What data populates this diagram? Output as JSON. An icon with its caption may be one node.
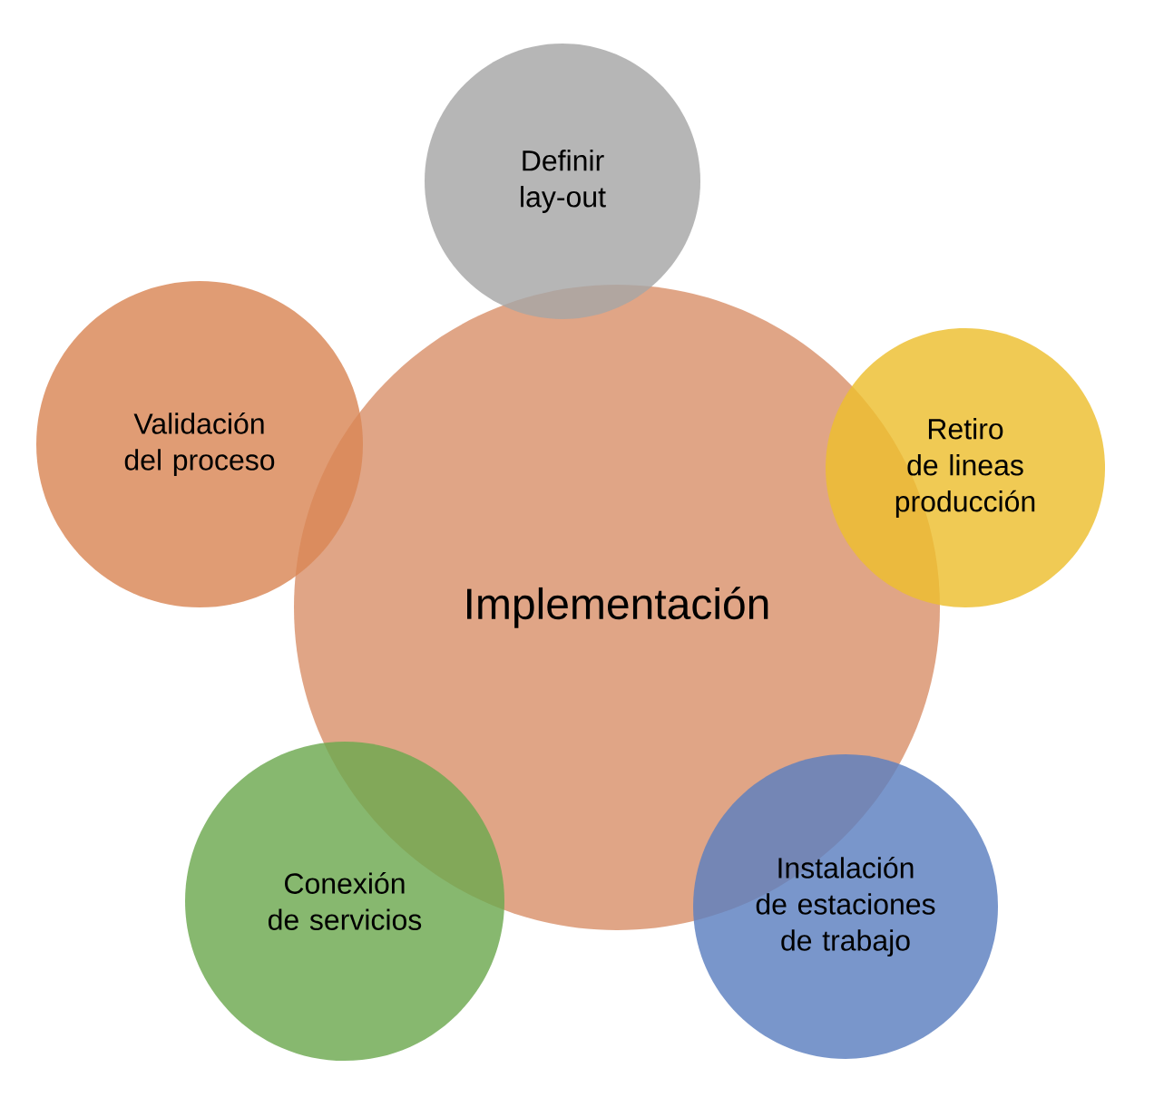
{
  "diagram": {
    "nodes": [
      {
        "text": [
          "Implementación"
        ]
      },
      {
        "text": [
          "Definir lay-out"
        ]
      },
      {
        "text": [
          "Retiro de lineas producción"
        ]
      },
      {
        "text": [
          "Instalación de estaciones de trabajo"
        ]
      },
      {
        "text": [
          "Conexión de servicios"
        ]
      },
      {
        "text": [
          "Validación del proceso"
        ]
      }
    ]
  }
}
